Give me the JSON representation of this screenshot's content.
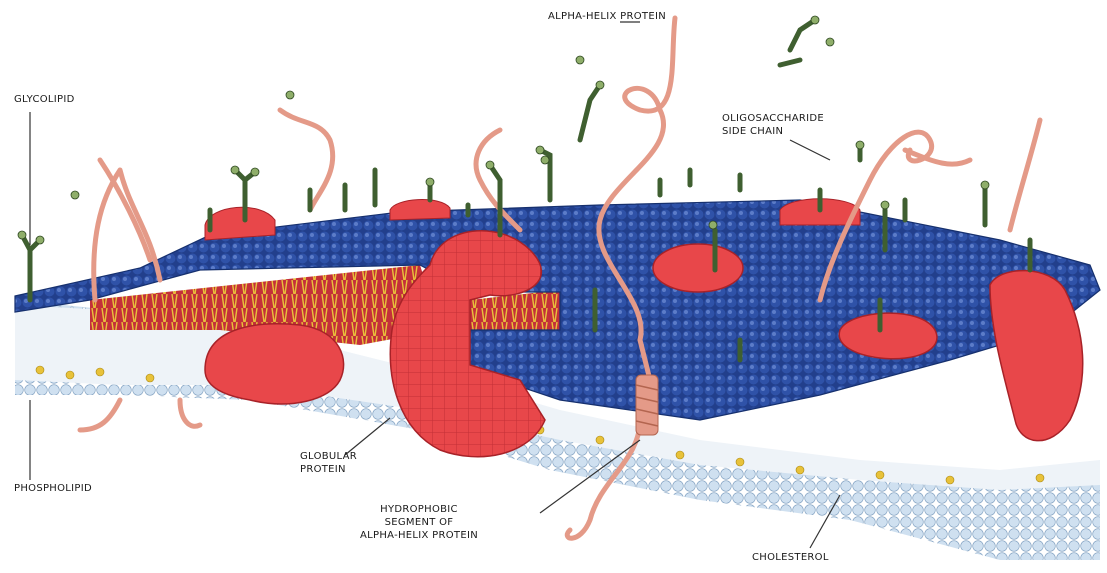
{
  "diagram": {
    "labels": {
      "glycolipid": "GLYCOLIPID",
      "phospholipid": "PHOSPHOLIPID",
      "alpha_helix_protein": "ALPHA-HELIX PROTEIN",
      "oligosaccharide_line1": "OLIGOSACCHARIDE",
      "oligosaccharide_line2": "SIDE CHAIN",
      "globular_line1": "GLOBULAR",
      "globular_line2": "PROTEIN",
      "hydrophobic_line1": "HYDROPHOBIC",
      "hydrophobic_line2": "SEGMENT OF",
      "hydrophobic_line3": "ALPHA-HELIX PROTEIN",
      "cholesterol": "CHOLESTEROL"
    },
    "colors": {
      "blue_head": "#2f52a8",
      "light_head": "#cfe0f0",
      "protein": "#e8474a",
      "protein_dark": "#b81f28",
      "tail": "#e8c23a",
      "chain": "#f0a090",
      "sugar": "#3f5f30",
      "line": "#333333"
    }
  }
}
